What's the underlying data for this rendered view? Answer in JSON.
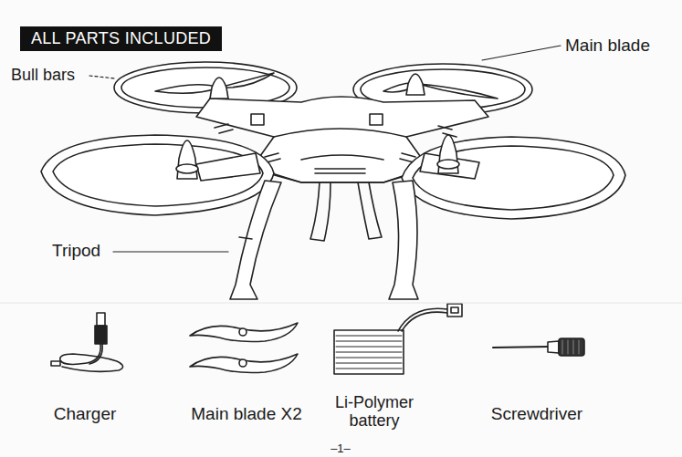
{
  "diagram": {
    "title": "ALL PARTS INCLUDED",
    "labels": [
      "Bull bars",
      "Main blade",
      "Tripod",
      "Charger",
      "Main blade X2",
      "Li-Polymer battery",
      "Screwdriver",
      "–1–"
    ]
  }
}
